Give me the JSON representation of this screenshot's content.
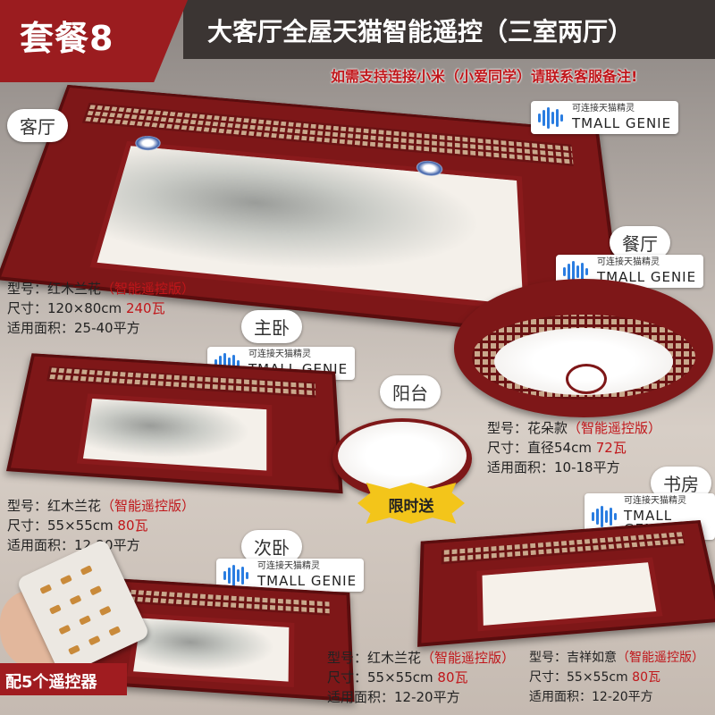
{
  "header": {
    "package": "套餐8",
    "title": "大客厅全屋天猫智能遥控（三室两厅）",
    "subtitle": "如需支持连接小米（小爱同学）请联系客服备注!"
  },
  "tmall_badge": {
    "cn": "可连接天猫精灵",
    "en": "TMALL GENIE"
  },
  "rooms": {
    "living": "客厅",
    "dining": "餐厅",
    "master": "主卧",
    "balcony": "阳台",
    "study": "书房",
    "second": "次卧"
  },
  "specs": {
    "living": {
      "model_label": "型号：",
      "model": "红木兰花",
      "mode": "（智能遥控版）",
      "size_label": "尺寸：",
      "size": "120×80cm",
      "power": "240瓦",
      "area_label": "适用面积：",
      "area": "25-40平方"
    },
    "dining": {
      "model_label": "型号：",
      "model": "花朵款",
      "mode": "（智能遥控版）",
      "size_label": "尺寸：",
      "size": "直径54cm",
      "power": "72瓦",
      "area_label": "适用面积：",
      "area": "10-18平方"
    },
    "master": {
      "model_label": "型号：",
      "model": "红木兰花",
      "mode": "（智能遥控版）",
      "size_label": "尺寸：",
      "size": "55×55cm",
      "power": "80瓦",
      "area_label": "适用面积：",
      "area": "12-20平方"
    },
    "second": {
      "model_label": "型号：",
      "model": "红木兰花",
      "mode": "（智能遥控版）",
      "size_label": "尺寸：",
      "size": "55×55cm",
      "power": "80瓦",
      "area_label": "适用面积：",
      "area": "12-20平方"
    },
    "study": {
      "model_label": "型号：",
      "model": "吉祥如意",
      "mode": "（智能遥控版）",
      "size_label": "尺寸：",
      "size": "55×55cm",
      "power": "80瓦",
      "area_label": "适用面积：",
      "area": "12-20平方"
    }
  },
  "promo": "限时送",
  "remote_note": "配5个遥控器",
  "colors": {
    "brand_red": "#9b1c1f",
    "text_red": "#c0161a",
    "tmall_blue": "#2a7de1",
    "promo_yellow": "#f3c51a"
  }
}
